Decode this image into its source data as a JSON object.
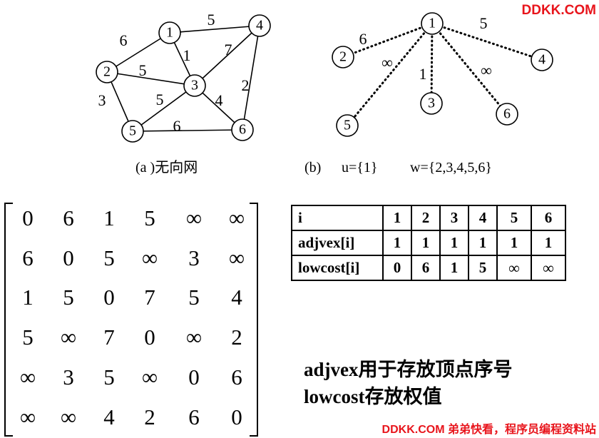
{
  "watermark_top": "DDKK.COM",
  "watermark_bottom": "DDKK.COM 弟弟快看，程序员编程资料站",
  "graph_a": {
    "caption": "(a )无向网",
    "nodes": [
      {
        "id": "1",
        "label": "1"
      },
      {
        "id": "2",
        "label": "2"
      },
      {
        "id": "3",
        "label": "3"
      },
      {
        "id": "4",
        "label": "4"
      },
      {
        "id": "5",
        "label": "5"
      },
      {
        "id": "6",
        "label": "6"
      }
    ],
    "edges": [
      {
        "from": "1",
        "to": "2",
        "weight": "6"
      },
      {
        "from": "1",
        "to": "4",
        "weight": "5"
      },
      {
        "from": "1",
        "to": "3",
        "weight": "1"
      },
      {
        "from": "2",
        "to": "3",
        "weight": "5"
      },
      {
        "from": "2",
        "to": "5",
        "weight": "3"
      },
      {
        "from": "3",
        "to": "4",
        "weight": "7"
      },
      {
        "from": "3",
        "to": "5",
        "weight": "5"
      },
      {
        "from": "3",
        "to": "6",
        "weight": "4"
      },
      {
        "from": "4",
        "to": "6",
        "weight": "2"
      },
      {
        "from": "5",
        "to": "6",
        "weight": "6"
      }
    ]
  },
  "graph_b": {
    "caption_b": "(b)",
    "caption_u": "u={1}",
    "caption_w": "w={2,3,4,5,6}",
    "nodes": [
      {
        "id": "1",
        "label": "1"
      },
      {
        "id": "2",
        "label": "2"
      },
      {
        "id": "3",
        "label": "3"
      },
      {
        "id": "4",
        "label": "4"
      },
      {
        "id": "5",
        "label": "5"
      },
      {
        "id": "6",
        "label": "6"
      }
    ],
    "edges": [
      {
        "from": "1",
        "to": "2",
        "weight": "6"
      },
      {
        "from": "1",
        "to": "3",
        "weight": "1"
      },
      {
        "from": "1",
        "to": "4",
        "weight": "5"
      },
      {
        "from": "1",
        "to": "5",
        "weight": "∞"
      },
      {
        "from": "1",
        "to": "6",
        "weight": "∞"
      }
    ]
  },
  "matrix": [
    [
      "0",
      "6",
      "1",
      "5",
      "∞",
      "∞"
    ],
    [
      "6",
      "0",
      "5",
      "∞",
      "3",
      "∞"
    ],
    [
      "1",
      "5",
      "0",
      "7",
      "5",
      "4"
    ],
    [
      "5",
      "∞",
      "7",
      "0",
      "∞",
      "2"
    ],
    [
      "∞",
      "3",
      "5",
      "∞",
      "0",
      "6"
    ],
    [
      "∞",
      "∞",
      "4",
      "2",
      "6",
      "0"
    ]
  ],
  "table": {
    "rows": [
      {
        "head": "i",
        "values": [
          "1",
          "2",
          "3",
          "4",
          "5",
          "6"
        ]
      },
      {
        "head": "adjvex[i]",
        "values": [
          "1",
          "1",
          "1",
          "1",
          "1",
          "1"
        ]
      },
      {
        "head": "lowcost[i]",
        "values": [
          "0",
          "6",
          "1",
          "5",
          "∞",
          "∞"
        ]
      }
    ]
  },
  "notes": {
    "line1": "adjvex用于存放顶点序号",
    "line2": "lowcost存放权值"
  }
}
